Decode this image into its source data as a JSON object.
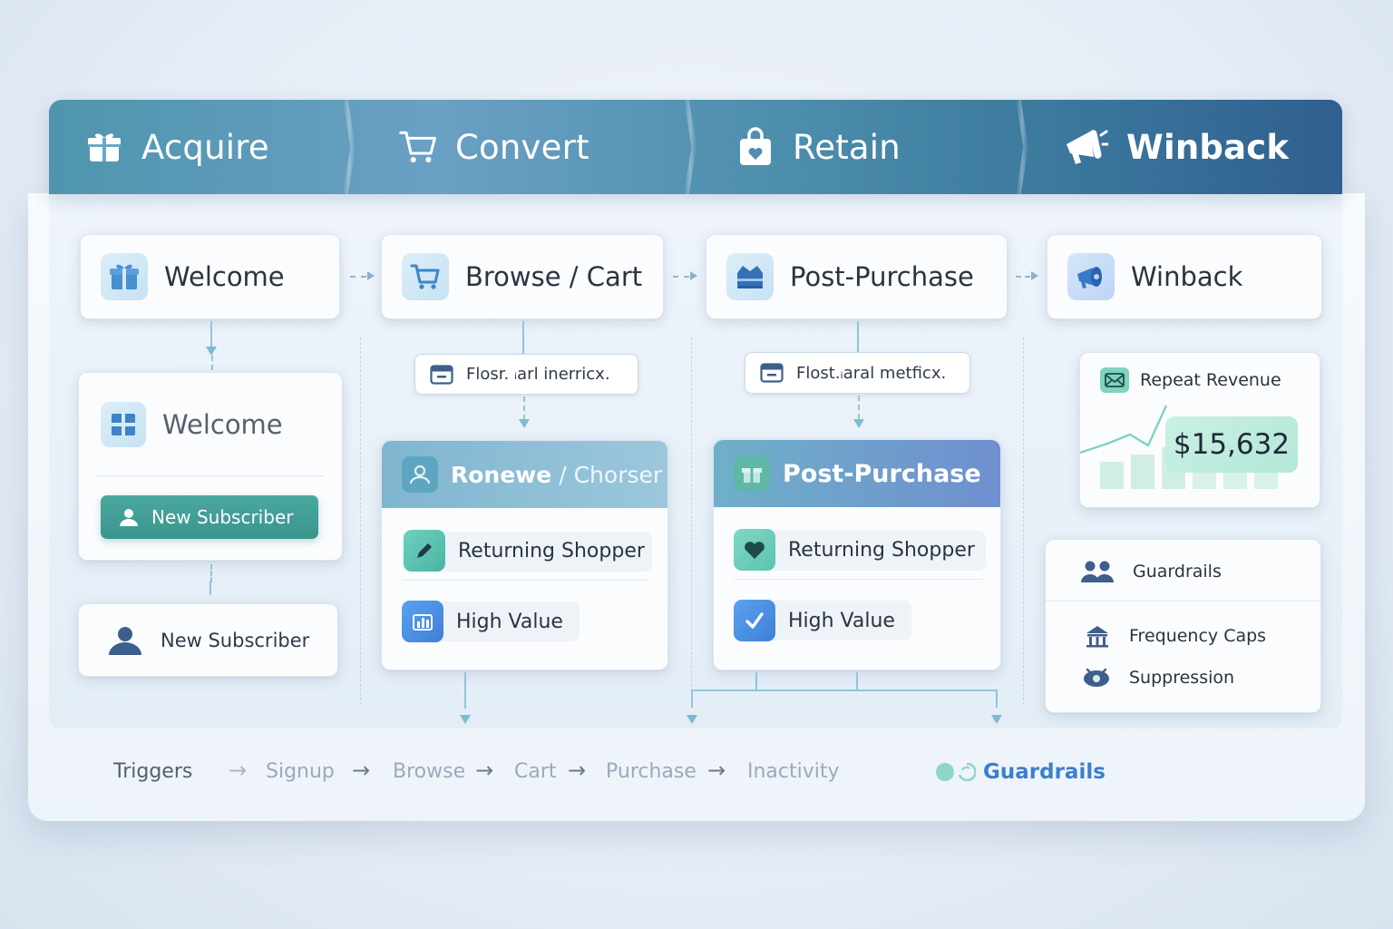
{
  "stages": [
    {
      "label": "Acquire",
      "icon": "gift-icon"
    },
    {
      "label": "Convert",
      "icon": "cart-icon"
    },
    {
      "label": "Retain",
      "icon": "shopping-bag-icon"
    },
    {
      "label": "Winback",
      "icon": "megaphone-icon"
    }
  ],
  "nodes": {
    "welcome": "Welcome",
    "browse_cart": "Browse / Cart",
    "post_purchase": "Post-Purchase",
    "winback": "Winback"
  },
  "acquire": {
    "welcome_card_title": "Welcome",
    "new_subscriber_button": "New Subscriber",
    "new_subscriber_card": "New Subscriber"
  },
  "convert": {
    "chip": "Flosr. ᵢarl inerricx.",
    "segment_title": "Ronewe",
    "segment_subtitle": "/ Chorser",
    "rows": [
      "Returning Shopper",
      "High Value"
    ]
  },
  "retain": {
    "chip": "Flost.ᵢaral metficx.",
    "segment_title": "Post-Purchase",
    "rows": [
      "Returning Shopper",
      "High Value"
    ]
  },
  "winback_col": {
    "revenue_label": "Repeat Revenue",
    "revenue_value": "$15,632",
    "guardrails_title": "Guardrails",
    "guardrail_items": [
      "Frequency Caps",
      "Suppression"
    ]
  },
  "footer": {
    "lead": "Triggers",
    "steps": [
      "Signup",
      "Browse",
      "Cart",
      "Purchase",
      "Inactivity"
    ],
    "guardrails_link": "Guardrails"
  },
  "colors": {
    "accent_teal": "#3f9d96",
    "accent_blue": "#3a7fd0",
    "band_start": "#4f95ad",
    "band_end": "#2f5f8f"
  }
}
